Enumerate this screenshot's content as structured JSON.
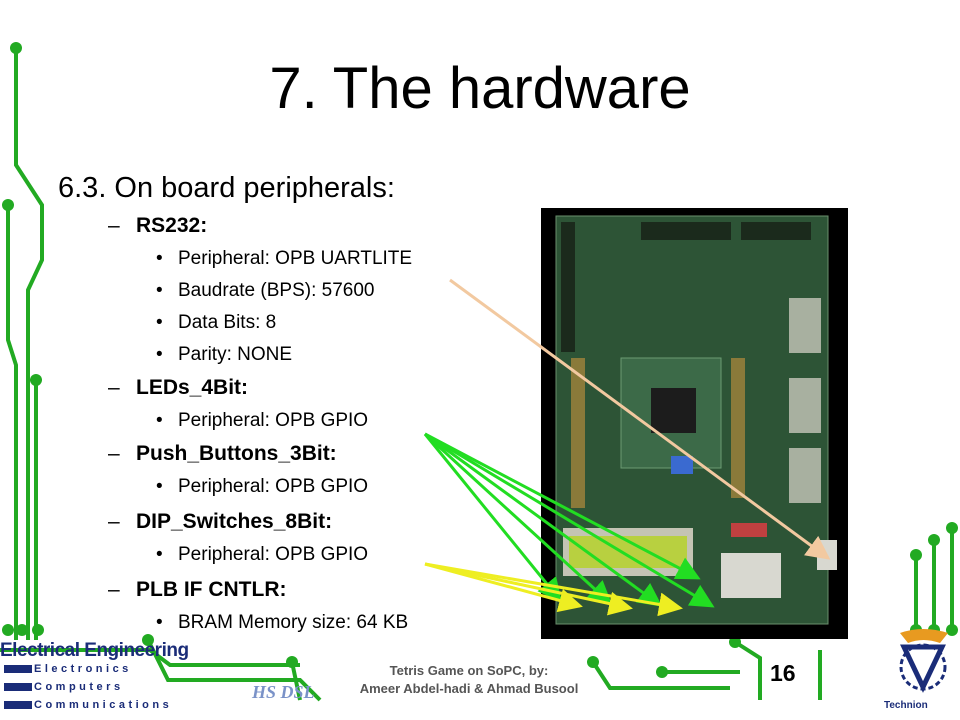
{
  "slide": {
    "title": "7. The hardware",
    "subtitle": "6.3. On board peripherals:",
    "sections": [
      {
        "dash": "–",
        "heading": "RS232:",
        "bullets": [
          "Peripheral: OPB UARTLITE",
          "Baudrate (BPS):  57600",
          "Data Bits: 8",
          "Parity: NONE"
        ]
      },
      {
        "dash": "–",
        "heading": "LEDs_4Bit:",
        "bullets": [
          "Peripheral: OPB GPIO"
        ]
      },
      {
        "dash": "–",
        "heading": "Push_Buttons_3Bit:",
        "bullets": [
          "Peripheral: OPB GPIO"
        ]
      },
      {
        "dash": "–",
        "heading": "DIP_Switches_8Bit:",
        "bullets": [
          "Peripheral: OPB GPIO"
        ]
      },
      {
        "dash": "–",
        "heading": "PLB IF CNTLR:",
        "bullets": [
          "BRAM Memory size: 64 KB"
        ]
      }
    ],
    "bullet_glyph": "•"
  },
  "footer": {
    "line1": "Tetris Game on SoPC, by:",
    "line2": "Ameer Abdel-hadi & Ahmad Busool",
    "slide_number": "16"
  },
  "logos": {
    "ee_title": "Electrical Engineering",
    "depts": [
      "Electronics",
      "Computers",
      "Communications"
    ],
    "lab": "HS DSL",
    "university": "Technion"
  },
  "colors": {
    "circuit": "#22aa22",
    "board": "#2d5436",
    "arrow_rs232": "#f2c9a0",
    "arrow_green": "#22dd22",
    "arrow_yellow": "#eeee22",
    "logo_blue": "#1a2c78"
  }
}
